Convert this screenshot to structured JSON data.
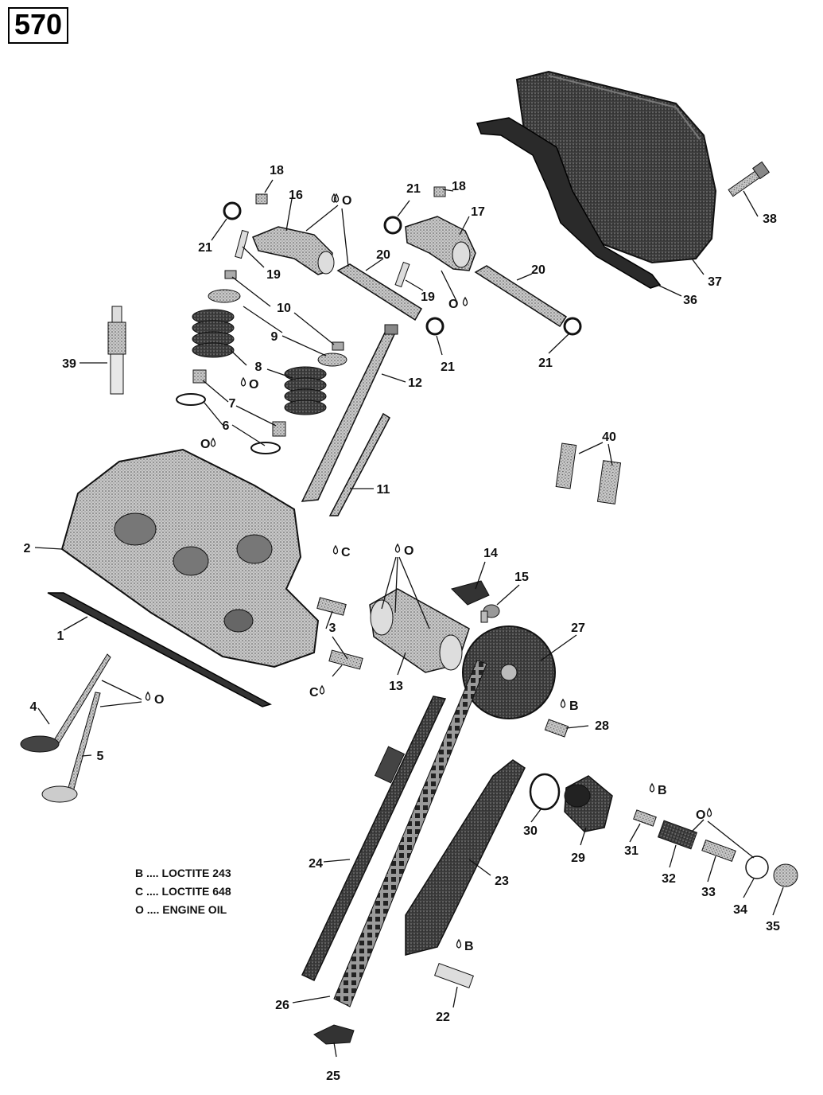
{
  "diagram": {
    "reference": "570",
    "legend": [
      {
        "code": "B",
        "text": "LOCTITE 243"
      },
      {
        "code": "C",
        "text": "LOCTITE 648"
      },
      {
        "code": "O",
        "text": "ENGINE OIL"
      }
    ],
    "legend_separator": "....",
    "callouts": [
      "1",
      "2",
      "3",
      "4",
      "5",
      "6",
      "7",
      "8",
      "9",
      "10",
      "11",
      "12",
      "13",
      "14",
      "15",
      "16",
      "17",
      "18",
      "18",
      "19",
      "19",
      "20",
      "20",
      "21",
      "21",
      "21",
      "21",
      "22",
      "23",
      "24",
      "25",
      "26",
      "27",
      "28",
      "29",
      "30",
      "31",
      "32",
      "33",
      "34",
      "35",
      "36",
      "37",
      "38",
      "39",
      "40"
    ],
    "lube_marks": [
      "O",
      "O",
      "O",
      "O",
      "O",
      "O",
      "O",
      "C",
      "C",
      "B",
      "B",
      "B",
      "O"
    ],
    "colors": {
      "ink": "#111111",
      "part_fill": "#b8b8b8",
      "part_dark": "#3a3a3a",
      "background": "#ffffff"
    }
  }
}
